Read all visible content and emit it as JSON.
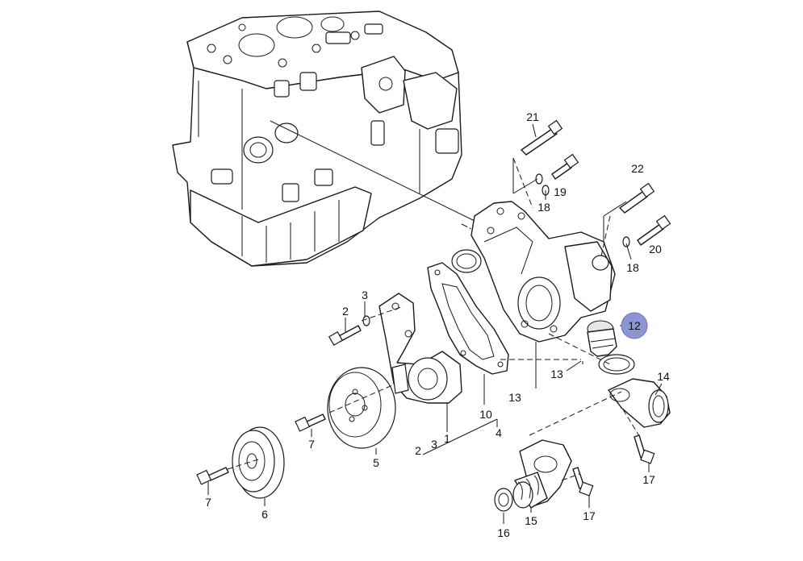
{
  "callouts": [
    {
      "id": "c21",
      "text": "21"
    },
    {
      "id": "c19",
      "text": "19"
    },
    {
      "id": "c18a",
      "text": "18"
    },
    {
      "id": "c22",
      "text": "22"
    },
    {
      "id": "c20",
      "text": "20"
    },
    {
      "id": "c18b",
      "text": "18"
    },
    {
      "id": "c12",
      "text": "12",
      "highlighted": true
    },
    {
      "id": "c3a",
      "text": "3"
    },
    {
      "id": "c2a",
      "text": "2"
    },
    {
      "id": "c13a",
      "text": "13"
    },
    {
      "id": "c14",
      "text": "14"
    },
    {
      "id": "c13b",
      "text": "13"
    },
    {
      "id": "c10",
      "text": "10"
    },
    {
      "id": "c4",
      "text": "4"
    },
    {
      "id": "c1",
      "text": "1"
    },
    {
      "id": "c3b",
      "text": "3"
    },
    {
      "id": "c2b",
      "text": "2"
    },
    {
      "id": "c5",
      "text": "5"
    },
    {
      "id": "c7a",
      "text": "7"
    },
    {
      "id": "c7b",
      "text": "7"
    },
    {
      "id": "c6",
      "text": "6"
    },
    {
      "id": "c17a",
      "text": "17"
    },
    {
      "id": "c17b",
      "text": "17"
    },
    {
      "id": "c15",
      "text": "15"
    },
    {
      "id": "c16",
      "text": "16"
    }
  ],
  "colors": {
    "line": "#1a1a1a",
    "highlight": "#8c95d3"
  }
}
